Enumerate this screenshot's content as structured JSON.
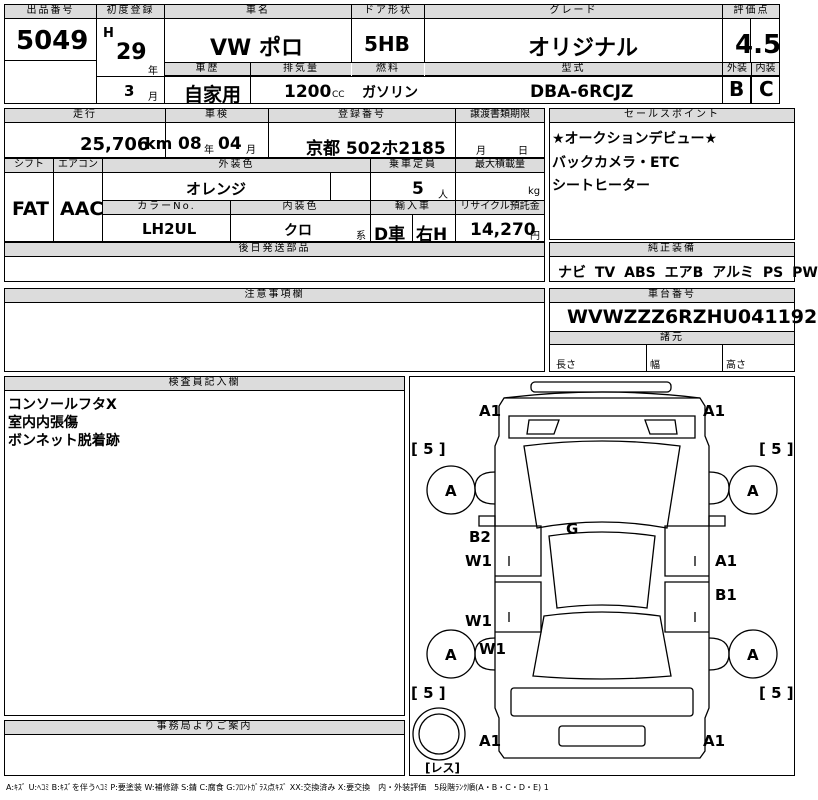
{
  "header": {
    "lot_label": "出品番号",
    "lot": "5049",
    "first_reg_label": "初度登録",
    "era": "H",
    "year": "29",
    "year_unit": "年",
    "month": "3",
    "month_unit": "月",
    "name_label": "車名",
    "name": "VW ポロ",
    "door_label": "ドア形状",
    "door": "5HB",
    "grade_label": "グレード",
    "grade": "オリジナル",
    "score_label": "評価点",
    "score": "4.5",
    "history_label": "車歴",
    "history": "自家用",
    "displacement_label": "排気量",
    "displacement": "1200",
    "cc": "CC",
    "fuel_label": "燃料",
    "fuel": "ガソリン",
    "model_label": "型式",
    "model": "DBA-6RCJZ",
    "ext_label": "外装",
    "ext": "B",
    "int_label": "内装",
    "int": "C"
  },
  "row2": {
    "mileage_label": "走行",
    "mileage": "25,706",
    "km": "km",
    "inspect_label": "車検",
    "inspect_y": "08",
    "y_unit": "年",
    "inspect_m": "04",
    "m_unit": "月",
    "plate_label": "登録番号",
    "plate": "京都 502ホ2185",
    "transfer_label": "譲渡書類期限",
    "t_m": "月",
    "t_d": "日",
    "sales_label": "セールスポイント",
    "sales": [
      "★オークションデビュー★",
      "バックカメラ・ETC",
      "シートヒーター"
    ]
  },
  "row3": {
    "shift_label": "シフト",
    "shift": "FAT",
    "ac_label": "エアコン",
    "ac": "AAC",
    "color_label": "外装色",
    "color": "オレンジ",
    "capacity_label": "乗車定員",
    "capacity": "5",
    "person": "人",
    "load_label": "最大積載量",
    "kg": "kg",
    "colorno_label": "カラーNo.",
    "colorno": "LH2UL",
    "intcolor_label": "内装色",
    "intcolor": "クロ",
    "kei": "系",
    "import_label": "輸入車",
    "dcar": "D車",
    "rhd": "右H",
    "recycle_label": "リサイクル預託金",
    "recycle": "14,270",
    "yen": "円"
  },
  "later_label": "後日発送部品",
  "equip_label": "純正装備",
  "equip": "ナビ TV ABS エアB アルミ PS PW",
  "notes_label": "注意事項欄",
  "vin_label": "車台番号",
  "vin": "WVWZZZ6RZHU041192",
  "dims_label": "諸元",
  "len": "長さ",
  "wid": "幅",
  "hei": "高さ",
  "inspector_label": "検査員記入欄",
  "inspector_notes": [
    "コンソールフタX",
    "室内内張傷",
    "ボンネット脱着跡"
  ],
  "office_label": "事務局よりご案内",
  "diagram": {
    "labels": [
      "A1",
      "A1",
      "[ 5 ]",
      "[ 5 ]",
      "A",
      "A",
      "G",
      "B2",
      "W1",
      "A1",
      "B1",
      "W1",
      "W1",
      "A",
      "A",
      "[ 5 ]",
      "[ 5 ]",
      "A1",
      "A1",
      "[レス]"
    ]
  },
  "legend": "A:ｷｽﾞ U:ﾍｺﾐ B:ｷｽﾞを伴うﾍｺﾐ P:要塗装 W:補修跡 S:錆 C:腐食 G:ﾌﾛﾝﾄｶﾞﾗｽ点ｷｽﾞ XX:交換済み X:要交換　内・外装評価　5段階ﾗﾝｸ順(A・B・C・D・E) 1"
}
